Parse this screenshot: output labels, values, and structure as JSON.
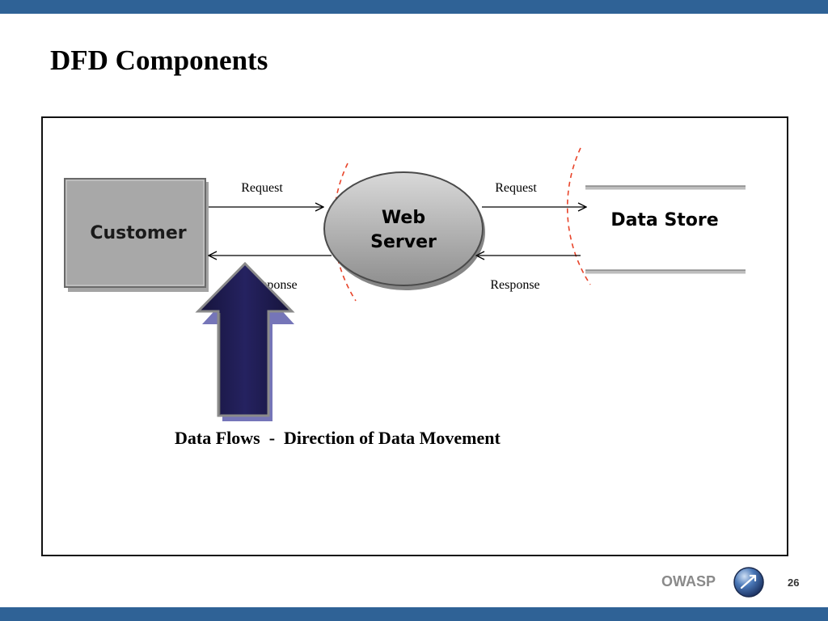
{
  "slide": {
    "title": "DFD Components",
    "page_number": "26",
    "brand": "OWASP"
  },
  "diagram": {
    "external_entity": "Customer",
    "process": {
      "line1": "Web",
      "line2": "Server"
    },
    "data_store": "Data Store",
    "flows": {
      "left_request": "Request",
      "left_response": "Response",
      "right_request": "Request",
      "right_response": "Response"
    },
    "caption": "Data Flows  -  Direction of Data Movement"
  },
  "colors": {
    "brand_bar": "#2f6296",
    "entity_fill": "#a8a8a8",
    "arrow_fill": "#1c1a48",
    "trust_boundary": "#e8442a"
  },
  "icons": [
    "owasp-logo-icon",
    "up-arrow-icon"
  ]
}
